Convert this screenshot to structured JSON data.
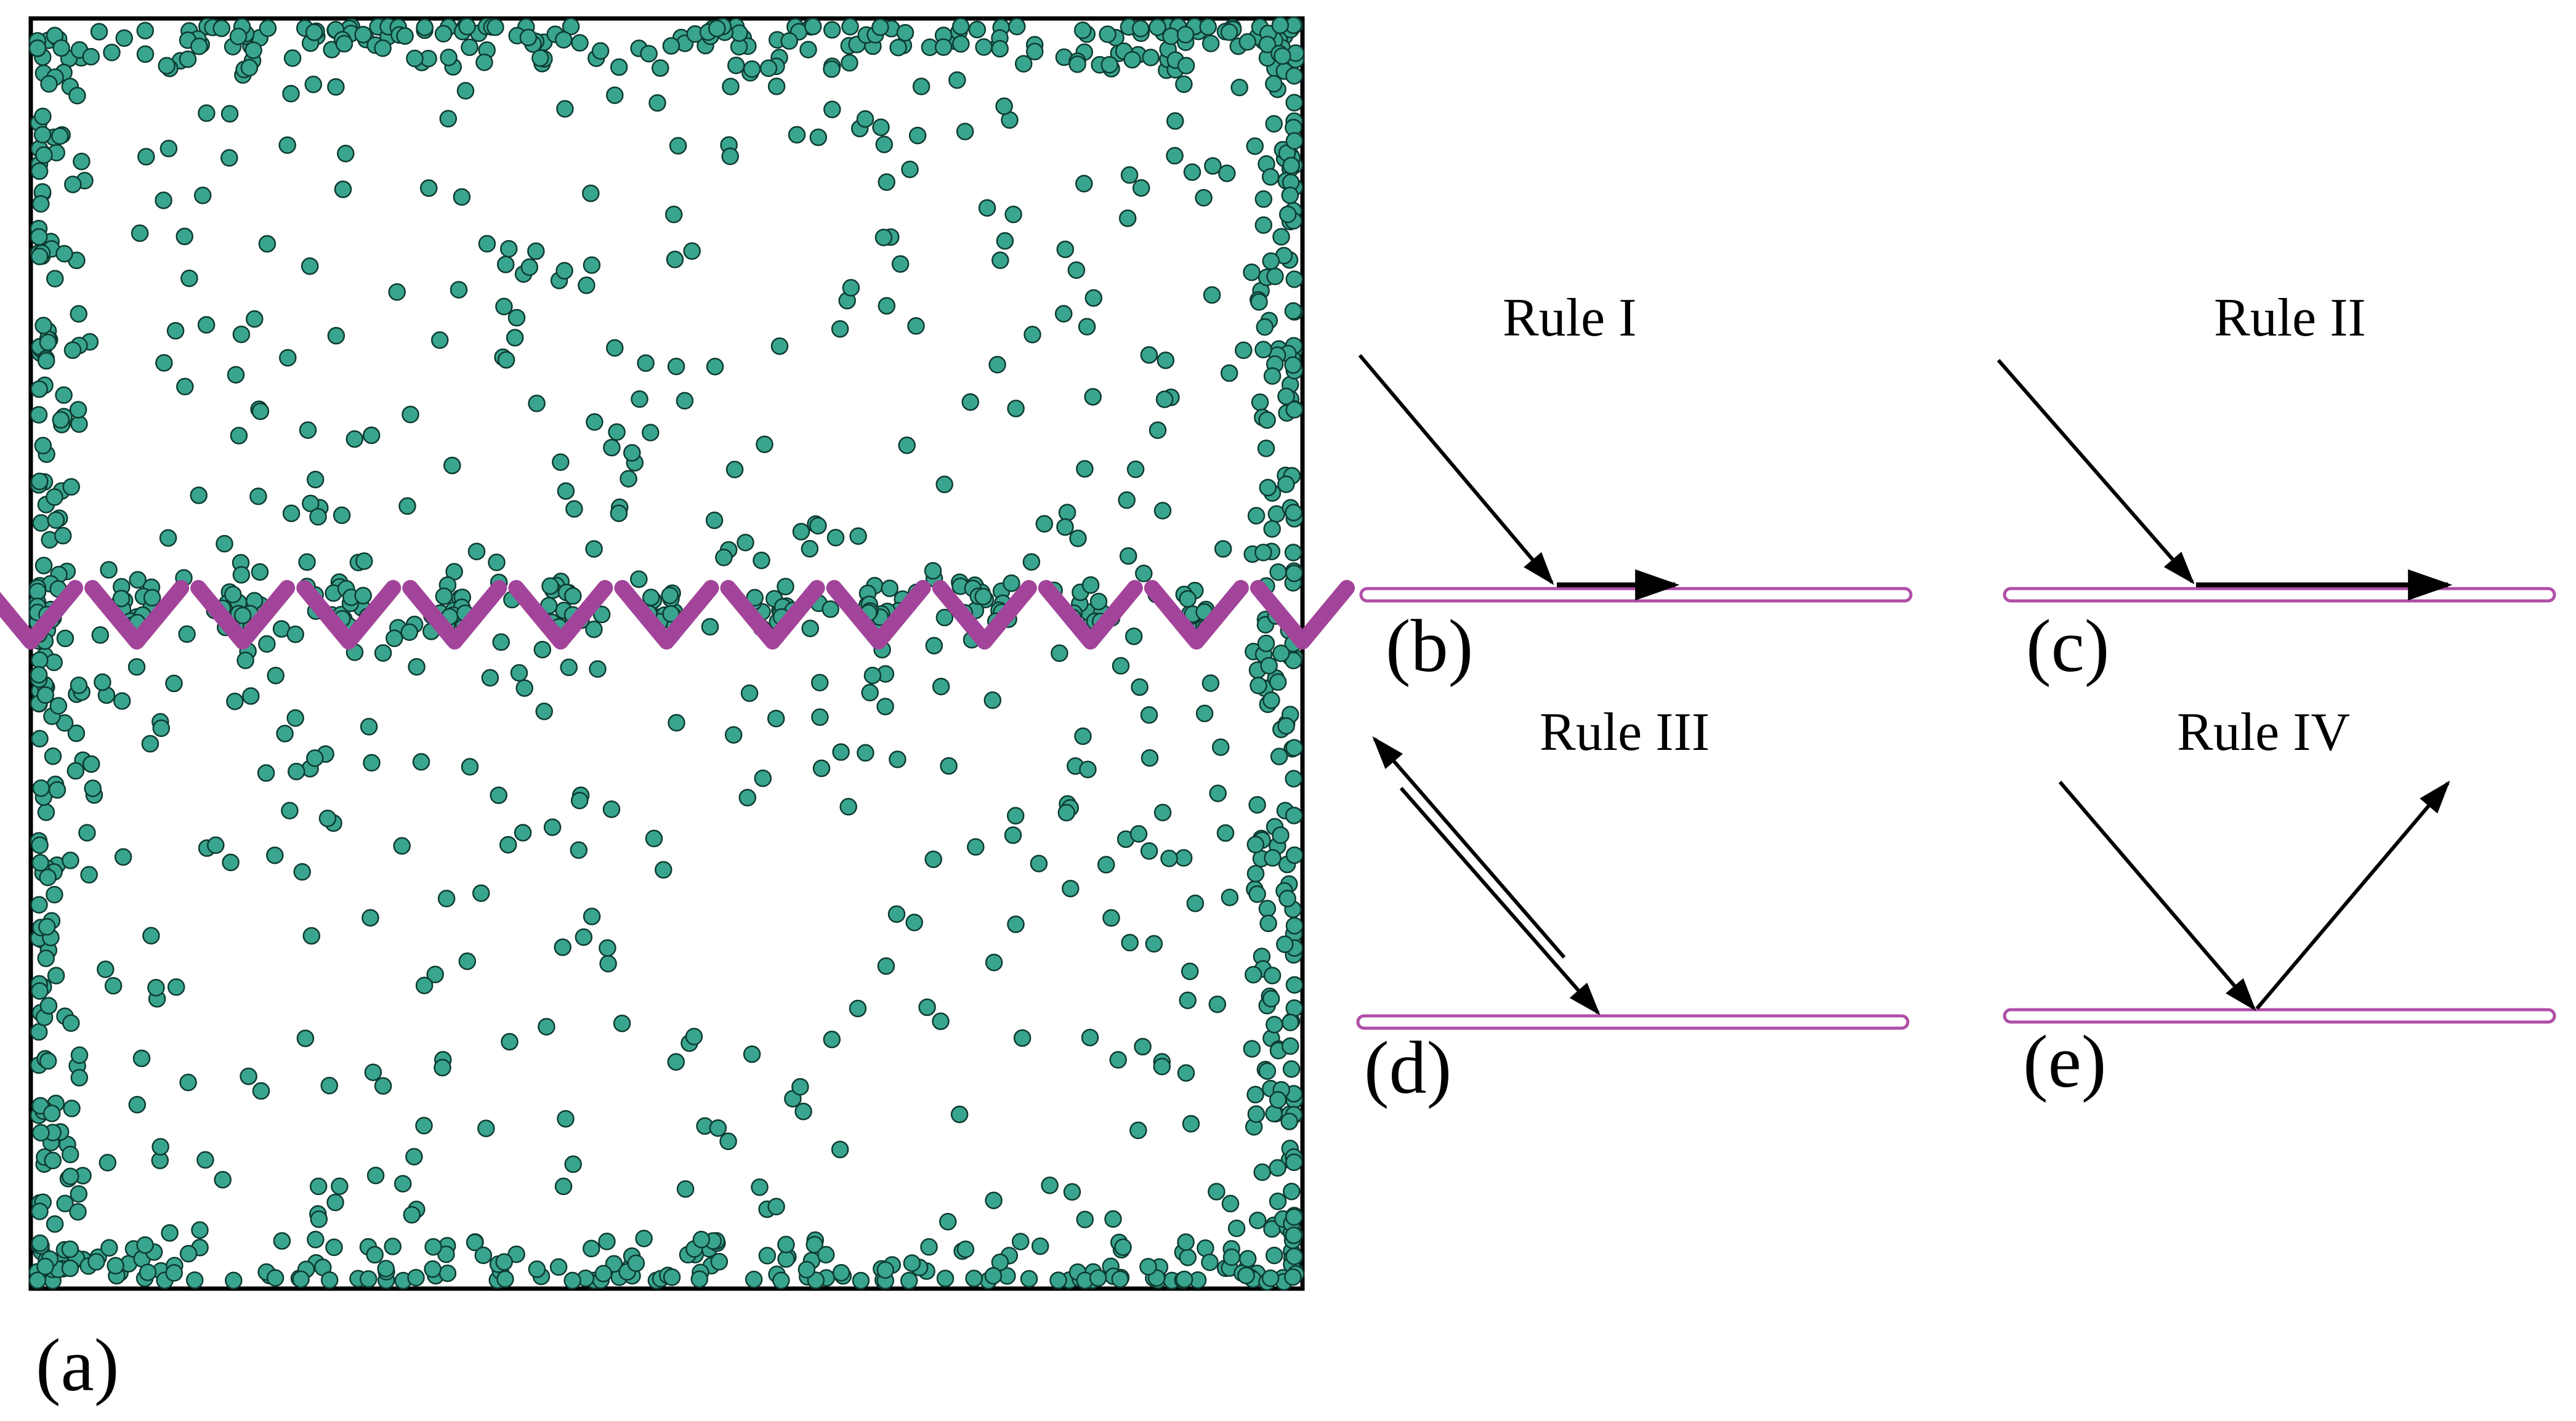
{
  "panels": {
    "a": {
      "label": "(a)"
    },
    "b": {
      "label": "(b)",
      "rule": "Rule I"
    },
    "c": {
      "label": "(c)",
      "rule": "Rule II"
    },
    "d": {
      "label": "(d)",
      "rule": "Rule III"
    },
    "e": {
      "label": "(e)",
      "rule": "Rule IV"
    }
  },
  "colors": {
    "particle_fill": "#3aa58e",
    "particle_stroke": "#0d3b31",
    "barrier": "#a2449a",
    "wall": "#b04ea8",
    "arrow": "#000000",
    "box_border": "#000000"
  },
  "simulation": {
    "particle_count": 1450,
    "barrier_funnels": 12
  }
}
